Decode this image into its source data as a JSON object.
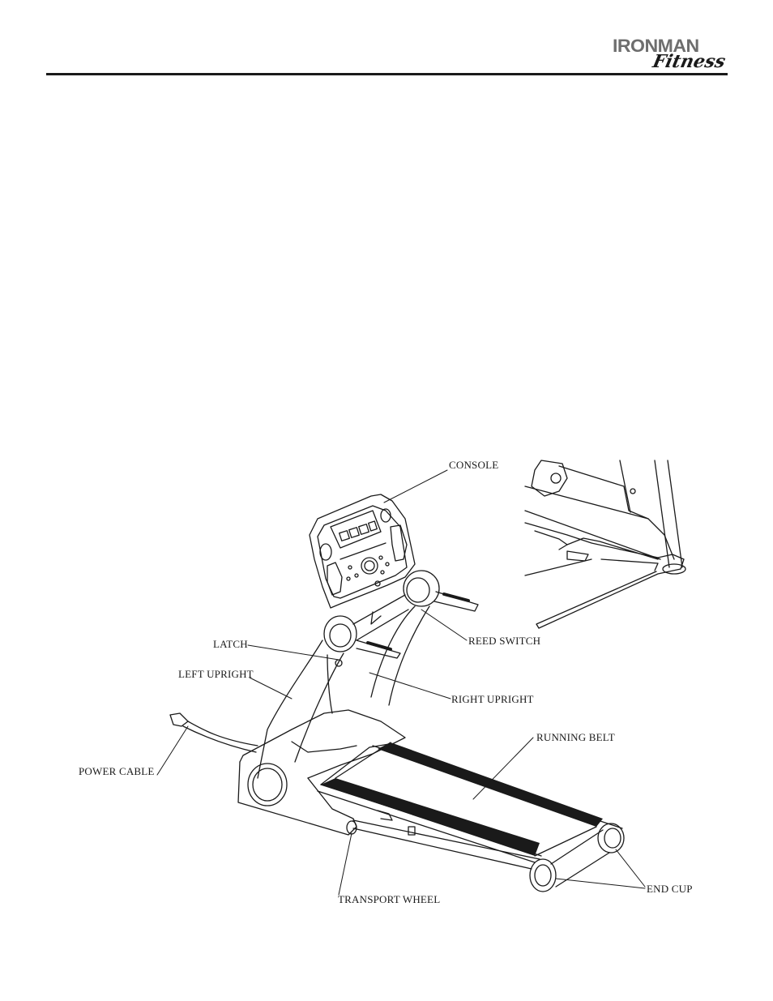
{
  "header": {
    "logo_top": "IRONMAN",
    "logo_bottom": "Fitness"
  },
  "diagram": {
    "labels": {
      "console": "CONSOLE",
      "reed_switch": "REED SWITCH",
      "latch": "LATCH",
      "left_upright": "LEFT UPRIGHT",
      "right_upright": "RIGHT UPRIGHT",
      "running_belt": "RUNNING BELT",
      "power_cable": "POWER CABLE",
      "transport_wheel": "TRANSPORT WHEEL",
      "end_cup": "END CUP"
    }
  }
}
